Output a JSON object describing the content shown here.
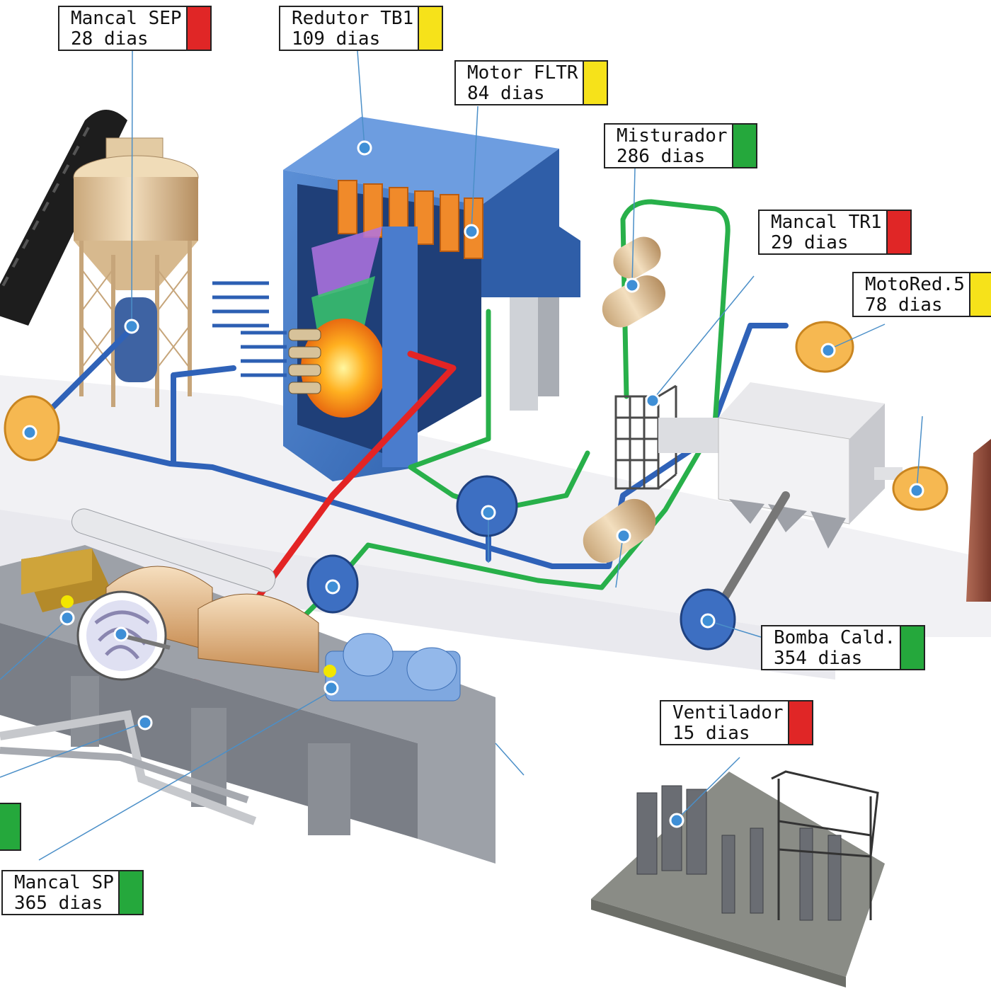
{
  "status_colors": {
    "red": "#e02626",
    "yellow": "#f6e21a",
    "green": "#25a83c"
  },
  "tags": [
    {
      "id": "mancal-sep",
      "name": "Mancal SEP",
      "days": "28 dias",
      "status": "red"
    },
    {
      "id": "redutor-tb1",
      "name": "Redutor TB1",
      "days": "109 dias",
      "status": "yellow"
    },
    {
      "id": "motor-fltr",
      "name": "Motor FLTR",
      "days": "84 dias",
      "status": "yellow"
    },
    {
      "id": "misturador",
      "name": "Misturador",
      "days": "286 dias",
      "status": "green"
    },
    {
      "id": "mancal-tr1",
      "name": "Mancal TR1",
      "days": "29 dias",
      "status": "red"
    },
    {
      "id": "motored-5",
      "name": "MotoRed.5",
      "days": "78 dias",
      "status": "yellow"
    },
    {
      "id": "bomba-cald",
      "name": "Bomba Cald.",
      "days": "354 dias",
      "status": "green"
    },
    {
      "id": "ventilador",
      "name": "Ventilador",
      "days": "15 dias",
      "status": "red"
    },
    {
      "id": "mancal-sp",
      "name": "Mancal SP",
      "days": "365 dias",
      "status": "green"
    }
  ],
  "partial_tag": {
    "status": "green"
  }
}
